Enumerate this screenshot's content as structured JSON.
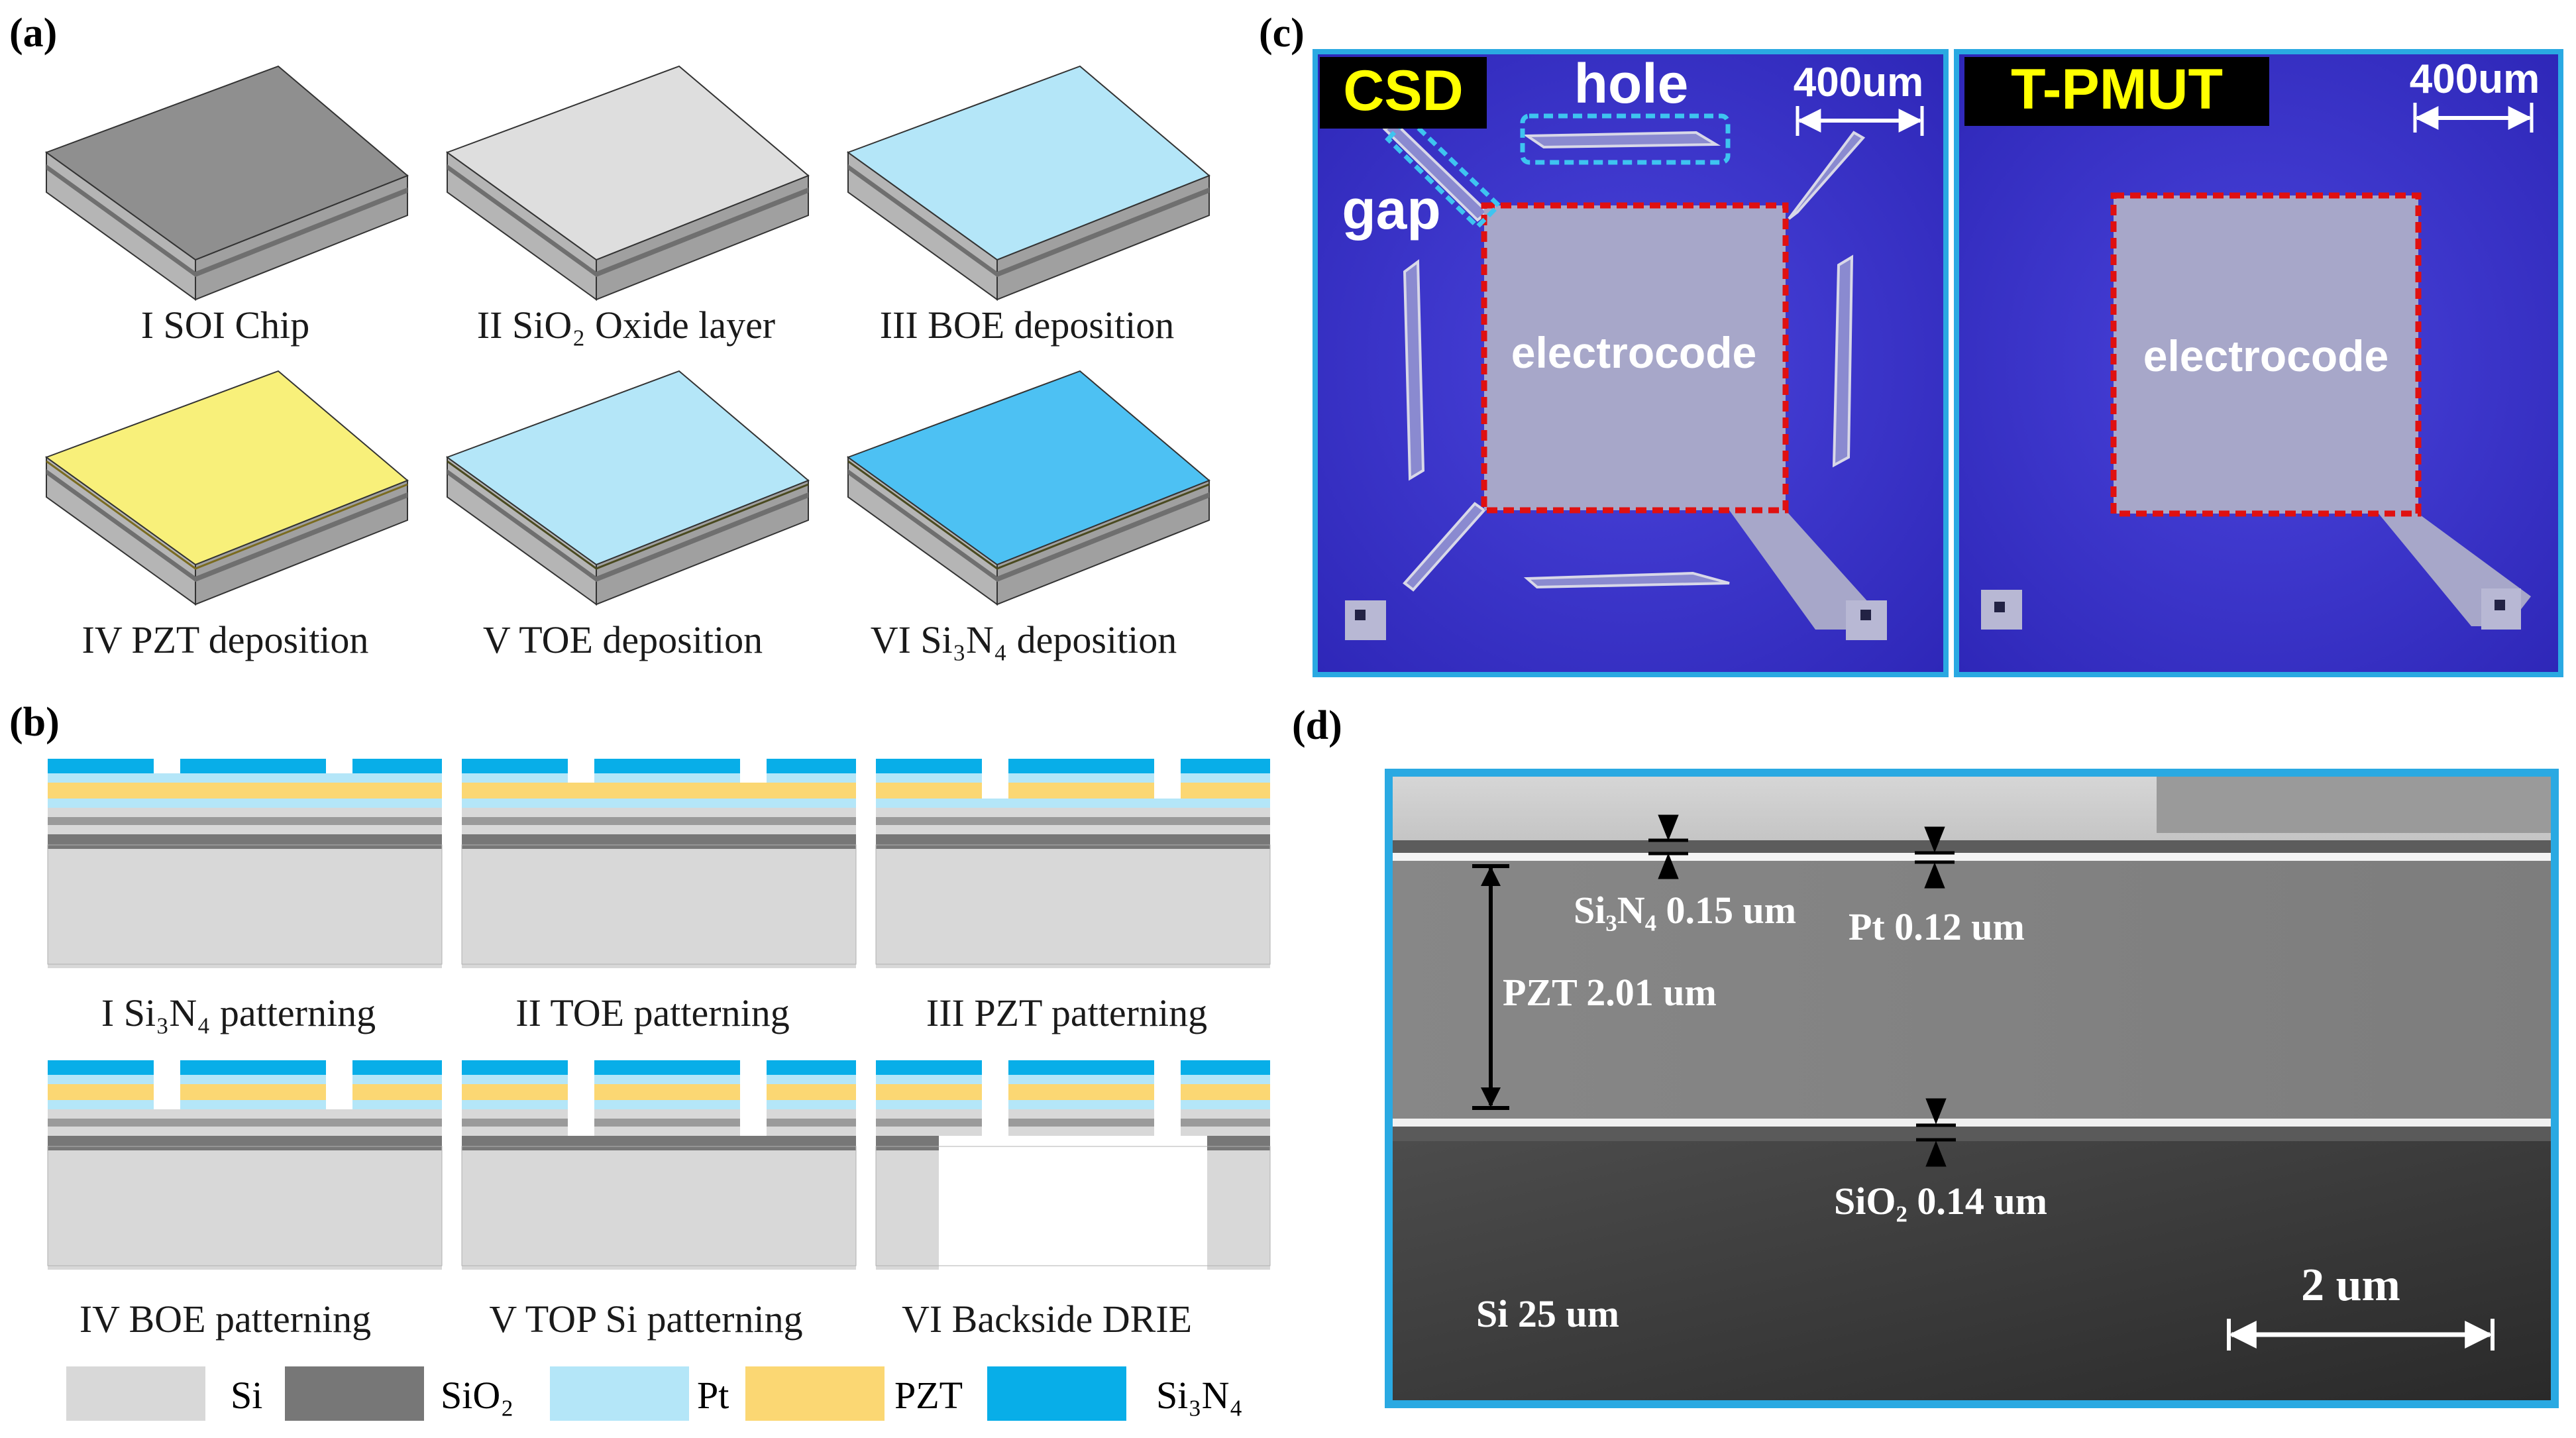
{
  "colors": {
    "si": "#d8d8d8",
    "sio2": "#777777",
    "pt": "#b4e6f8",
    "pzt": "#fbd773",
    "si3n4": "#08aee8",
    "chip_top_gray": "#8f8f8f",
    "chip_top_light": "#dedede",
    "chip_top_pt": "#b4e6f8",
    "chip_top_pzt": "#f8f07a",
    "chip_top_si3n4": "#4dc1f3",
    "micro_bg": "#3b34c8",
    "micro_frame": "#2aa9e2",
    "sem_frame": "#2aa9e2",
    "label_box": "#000000",
    "label_text": "#ffff00",
    "hole_outline": "#3ec4f0",
    "electrode_outline": "#e01010"
  },
  "panel_a": {
    "label": "(a)",
    "steps": [
      {
        "num": "I",
        "text": "SOI Chip",
        "top": "gray"
      },
      {
        "num": "II",
        "text": "SiO2 Oxide layer",
        "top": "light"
      },
      {
        "num": "III",
        "text": "BOE deposition",
        "top": "pt"
      },
      {
        "num": "IV",
        "text": "PZT deposition",
        "top": "pzt"
      },
      {
        "num": "V",
        "text": "TOE deposition",
        "top": "pt"
      },
      {
        "num": "VI",
        "text": "Si3N4 deposition",
        "top": "si3n4"
      }
    ],
    "captions": [
      "I SOI Chip",
      "II SiO₂ Oxide layer",
      "III BOE deposition",
      "IV PZT deposition",
      "V TOE deposition",
      "VI Si₃N₄ deposition"
    ]
  },
  "panel_b": {
    "label": "(b)",
    "captions": [
      "I Si₃N₄ patterning",
      "II TOE patterning",
      "III PZT patterning",
      "IV BOE patterning",
      "V TOP Si patterning",
      "VI Backside DRIE"
    ],
    "legend": [
      {
        "key": "si",
        "label": "Si"
      },
      {
        "key": "sio2",
        "label": "SiO₂"
      },
      {
        "key": "pt",
        "label": "Pt"
      },
      {
        "key": "pzt",
        "label": "PZT"
      },
      {
        "key": "si3n4",
        "label": "Si₃N₄"
      }
    ]
  },
  "panel_c": {
    "label": "(c)",
    "left": {
      "title": "CSD",
      "scale": "400um",
      "hole": "hole",
      "gap": "gap",
      "electrode": "electrocode"
    },
    "right": {
      "title": "T-PMUT",
      "scale": "400um",
      "electrode": "electrocode"
    }
  },
  "panel_d": {
    "label": "(d)",
    "si3n4": "Si₃N₄ 0.15 um",
    "pt": "Pt 0.12 um",
    "pzt": "PZT 2.01 um",
    "sio2": "SiO₂ 0.14 um",
    "si": "Si 25 um",
    "scalebar": "2 um"
  }
}
